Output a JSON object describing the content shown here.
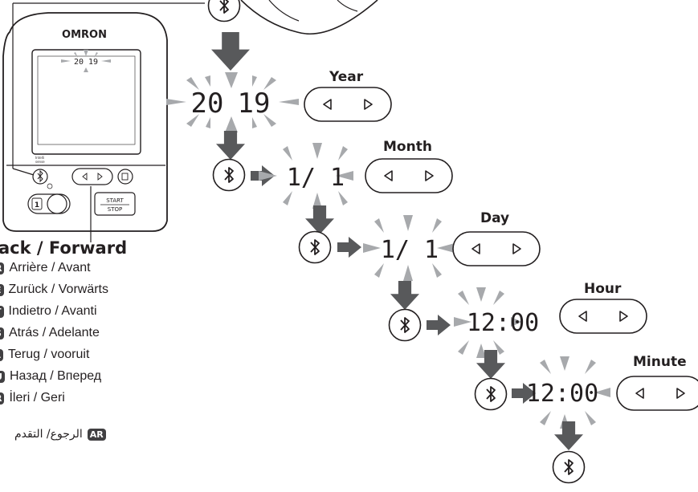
{
  "device": {
    "brand": "OMRON",
    "display": {
      "year_left": "20",
      "year_right": "19"
    },
    "buttons": {
      "start_stop": [
        "START",
        "STOP"
      ]
    }
  },
  "labels": {
    "back_forward": "ack / Forward",
    "year": "Year",
    "month": "Month",
    "day": "Day",
    "hour": "Hour",
    "minute": "Minute"
  },
  "translations": [
    {
      "code": "R",
      "text": "Arrière / Avant"
    },
    {
      "code": "E",
      "text": "Zurück / Vorwärts"
    },
    {
      "code": "T",
      "text": "Indietro / Avanti"
    },
    {
      "code": "S",
      "text": "Atrás / Adelante"
    },
    {
      "code": "L",
      "text": "Terug / vooruit"
    },
    {
      "code": "U",
      "text": "Назад / Вперед"
    },
    {
      "code": "R",
      "text": "İleri / Geri"
    }
  ],
  "arabic": {
    "code": "AR",
    "text": "الرجوع/ التقدم"
  },
  "steps": {
    "year": {
      "display_left": "20",
      "display_right": "19"
    },
    "month": {
      "display": "1/ 1"
    },
    "day": {
      "display": "1/ 1"
    },
    "hour": {
      "display": "12:00"
    },
    "minute": {
      "display": "12:00"
    }
  },
  "icons": [
    "bluetooth-icon",
    "left-arrow-icon",
    "right-arrow-icon",
    "down-arrow-icon",
    "memory-icon",
    "user-icon",
    "clock-icon",
    "hand-icon"
  ],
  "colors": {
    "arrow": "#58595b",
    "flash": "#a7a9ac",
    "ink": "#231f20",
    "badge": "#414042"
  }
}
